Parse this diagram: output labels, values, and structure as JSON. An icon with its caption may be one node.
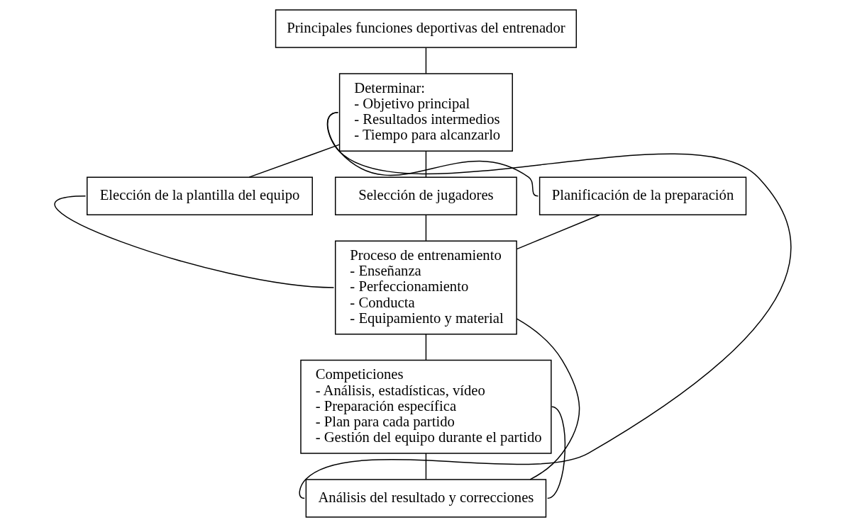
{
  "diagram": {
    "nodes": [
      {
        "text": [
          "Principales funciones deportivas del entrenador"
        ]
      },
      {
        "text": [
          "Determinar:",
          "- Objetivo principal",
          "- Resultados intermedios",
          "- Tiempo para alcanzarlo"
        ]
      },
      {
        "text": [
          "Elección de la plantilla del equipo"
        ]
      },
      {
        "text": [
          "Selección de jugadores"
        ]
      },
      {
        "text": [
          "Planificación de la preparación"
        ]
      },
      {
        "text": [
          "Proceso de entrenamiento",
          "- Enseñanza",
          "- Perfeccionamiento",
          "- Conducta",
          "- Equipamiento y material"
        ]
      },
      {
        "text": [
          "Competiciones",
          "- Análisis, estadísticas, vídeo",
          "- Preparación específica",
          "- Plan para cada partido",
          "- Gestión del equipo durante el partido"
        ]
      },
      {
        "text": [
          "Análisis del resultado y correcciones"
        ]
      }
    ],
    "edges": [
      {
        "from": 0,
        "to": 1,
        "arrow": "none"
      },
      {
        "from": 1,
        "to": 2,
        "arrow": "none"
      },
      {
        "from": 1,
        "to": 3,
        "arrow": "none"
      },
      {
        "from": 1,
        "to": 4,
        "arrow": "none"
      },
      {
        "from": 2,
        "to": 5,
        "arrow": "none"
      },
      {
        "from": 3,
        "to": 5,
        "arrow": "none"
      },
      {
        "from": 4,
        "to": 5,
        "arrow": "none"
      },
      {
        "from": 5,
        "to": 6,
        "arrow": "none"
      },
      {
        "from": 6,
        "to": 7,
        "arrow": "none"
      },
      {
        "from": 1,
        "to": 7,
        "arrow": "none"
      },
      {
        "from": 5,
        "to": 7,
        "arrow": "none"
      },
      {
        "from": 6,
        "to": 7,
        "arrow": "none"
      }
    ]
  }
}
